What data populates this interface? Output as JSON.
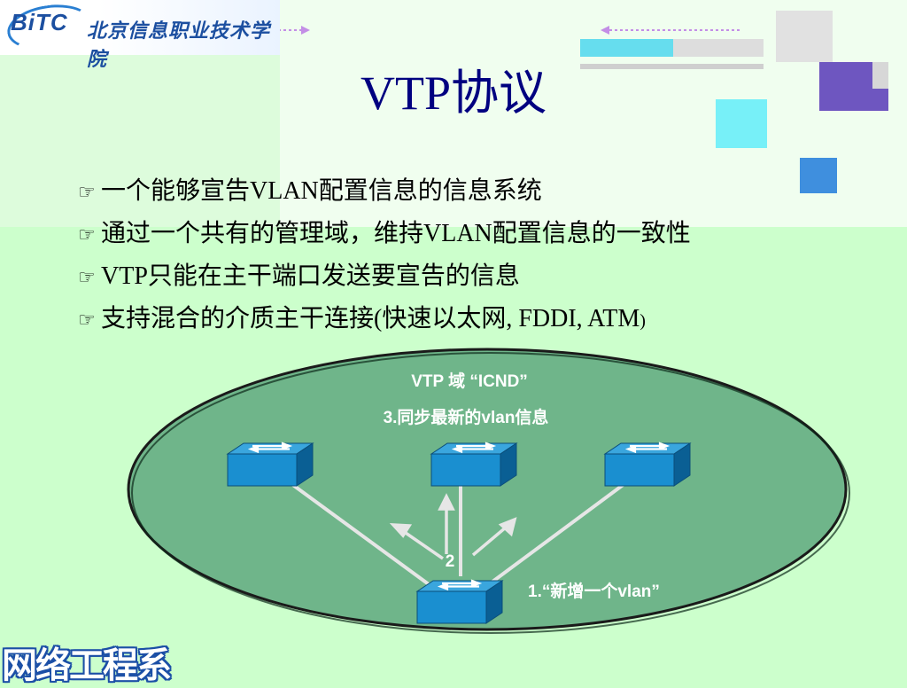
{
  "header": {
    "logo_mark": "BiTC",
    "logo_text": "北京信息职业技术学院"
  },
  "slide": {
    "title": "VTP协议",
    "bullets": [
      {
        "icon": "hand-pointer-icon",
        "text": "一个能够宣告VLAN配置信息的信息系统"
      },
      {
        "icon": "hand-pointer-icon",
        "text": "通过一个共有的管理域，维持VLAN配置信息的一致性"
      },
      {
        "icon": "hand-pointer-icon",
        "text": "VTP只能在主干端口发送要宣告的信息"
      },
      {
        "icon": "hand-pointer-icon",
        "text": "支持混合的介质主干连接(快速以太网, FDDI, ATM",
        "suffix": ")"
      }
    ]
  },
  "diagram": {
    "domain_label": "VTP 域 “ICND”",
    "step3_label": "3.同步最新的vlan信息",
    "step2_label": "2",
    "step1_label": "1.“新增一个vlan”",
    "switches": [
      "switch-left",
      "switch-center",
      "switch-right",
      "switch-bottom"
    ],
    "colors": {
      "ellipse_fill": "#6fb58a",
      "ellipse_border": "#1a1a1a",
      "switch_top": "#3aa6de",
      "switch_front": "#1a8fd0",
      "switch_side": "#0a5f94",
      "link": "#e6e6e6",
      "background": "#ccffcc"
    }
  },
  "watermark": "网络工程系"
}
